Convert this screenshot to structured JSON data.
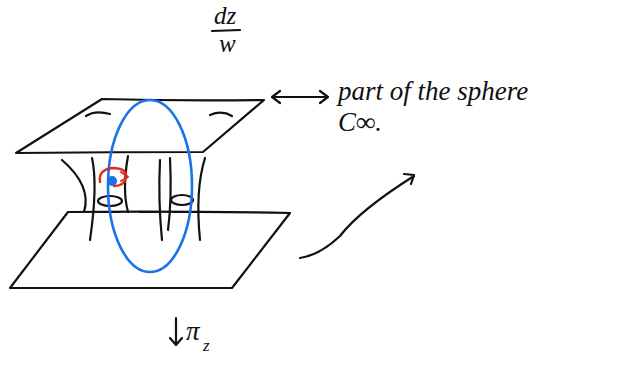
{
  "diagram": {
    "labels": [
      "dz",
      "w",
      "part of the sphere C∞.",
      "π",
      "z"
    ]
  }
}
